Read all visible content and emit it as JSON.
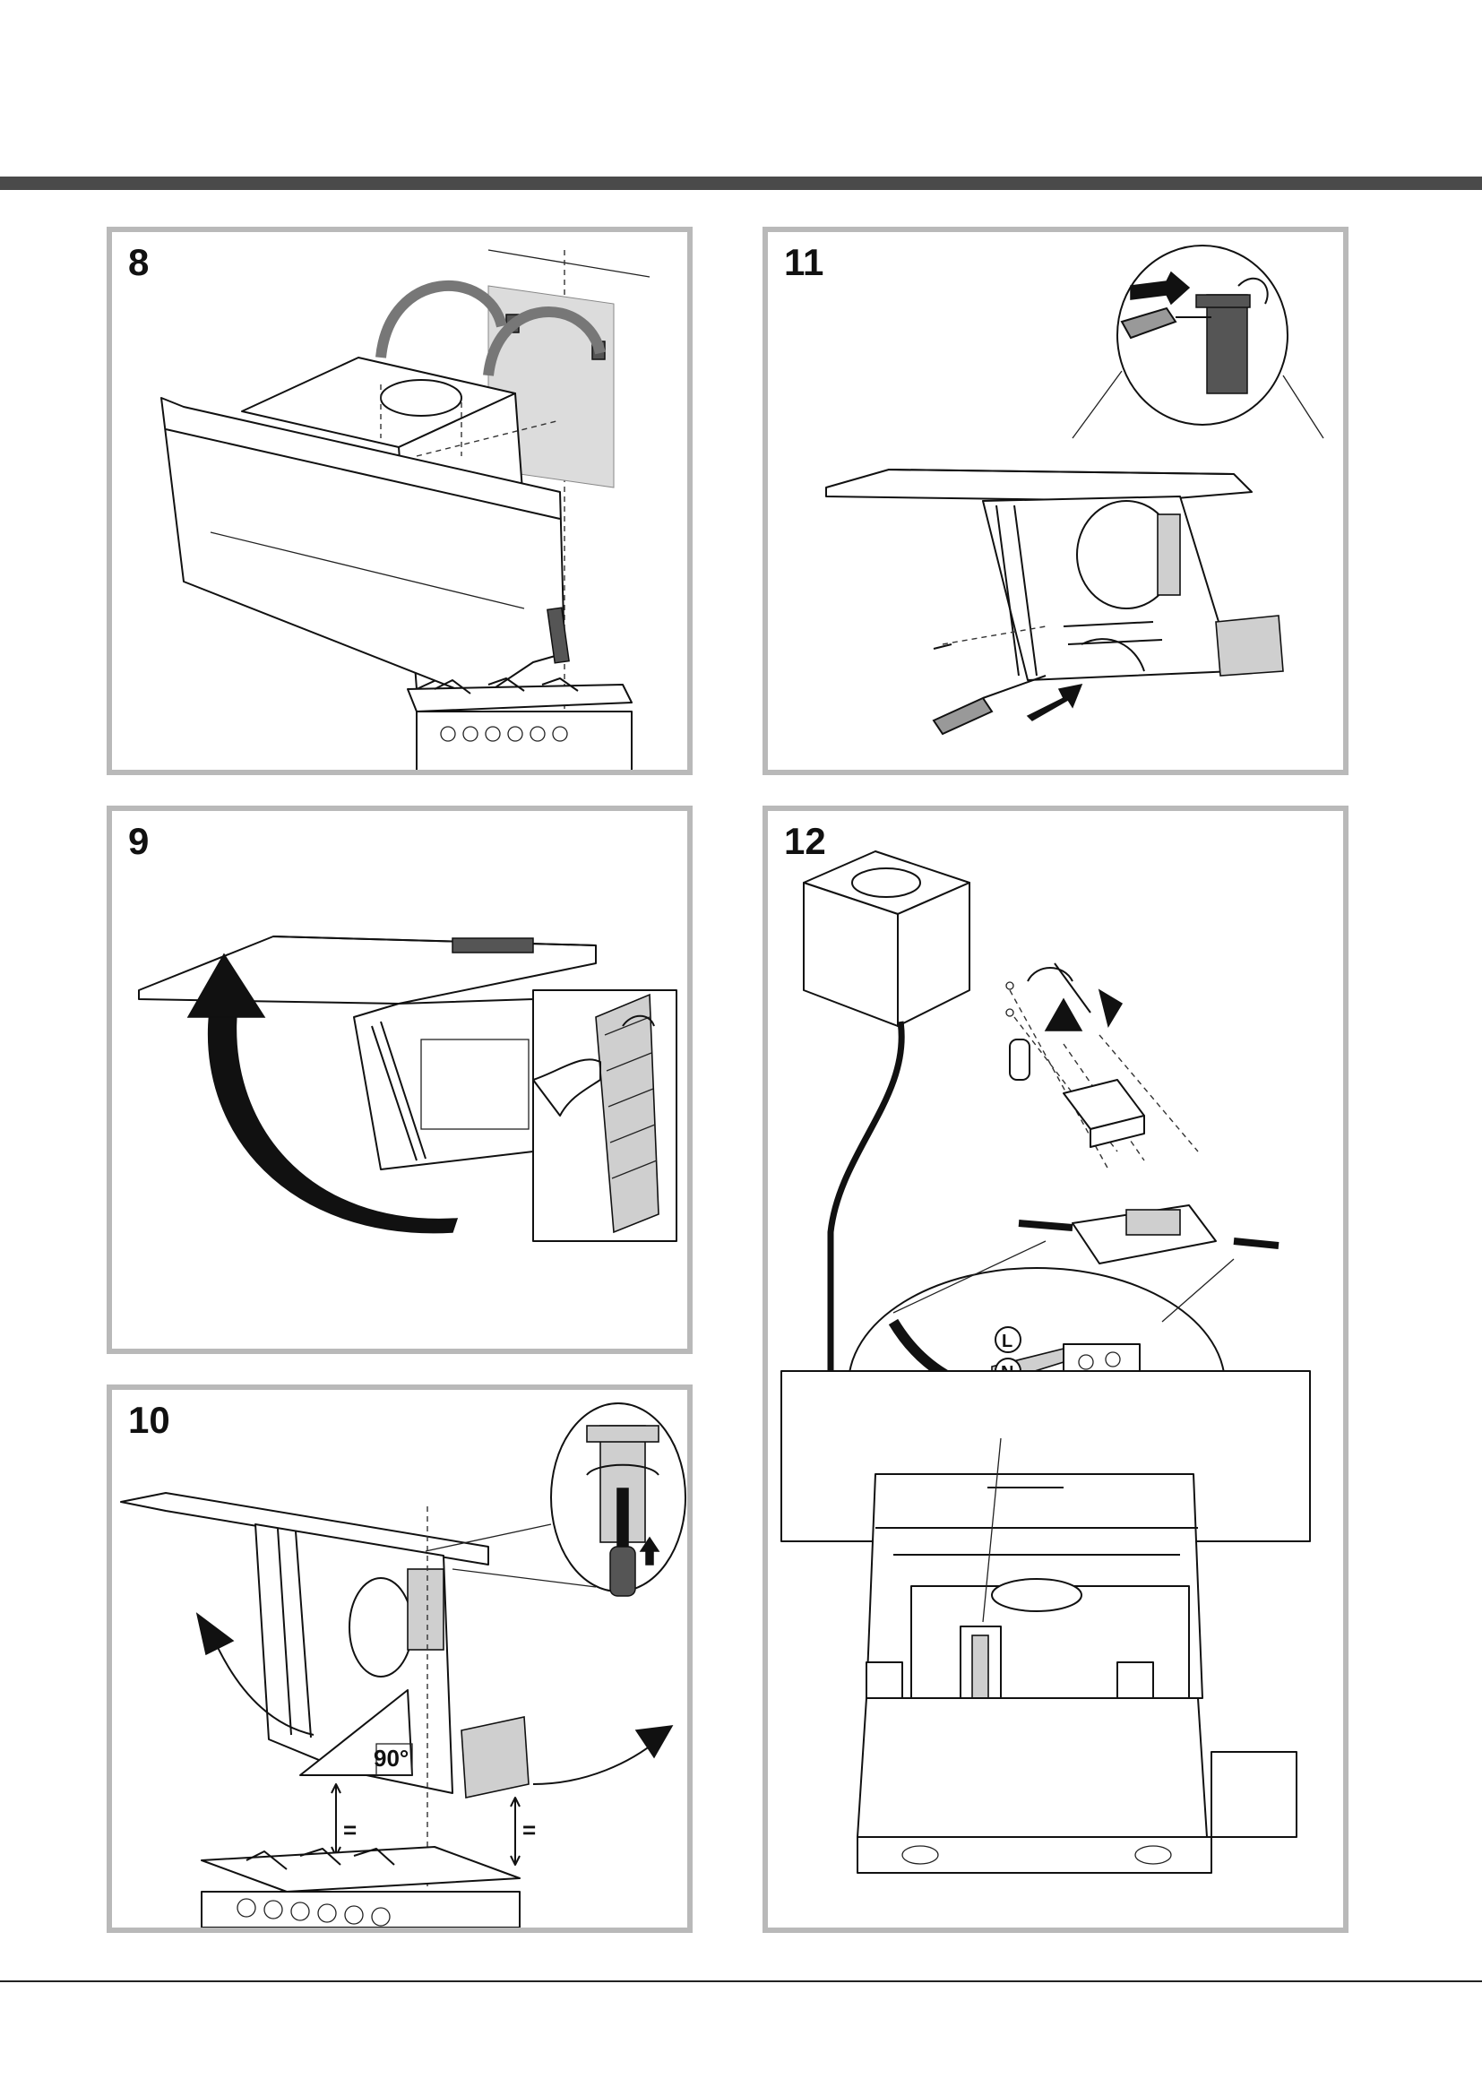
{
  "steps": [
    {
      "number": "8"
    },
    {
      "number": "9"
    },
    {
      "number": "10"
    },
    {
      "number": "11"
    },
    {
      "number": "12"
    }
  ],
  "annotations": {
    "angle": "90°",
    "equal_mark": "=",
    "terminal_line": "L",
    "terminal_neutral": "N"
  },
  "icons": [
    "earth-ground-icon",
    "screwdriver-icon",
    "arrow-icon",
    "bracket-icon"
  ],
  "colors": {
    "frame_border": "#b9b9b9",
    "header_bar": "#4a4a4a"
  }
}
